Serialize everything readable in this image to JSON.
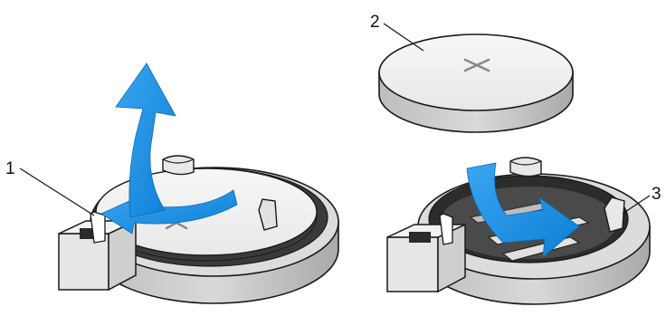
{
  "callouts": [
    {
      "label": "1",
      "target": "battery-release-lever"
    },
    {
      "label": "2",
      "target": "system-battery"
    },
    {
      "label": "3",
      "target": "battery-socket-tab"
    }
  ],
  "colors": {
    "arrow": "#1a8fe0",
    "outline": "#1a1a1a",
    "part_face": "#f0f0f0",
    "part_side": "#c8c8c8",
    "socket_dark": "#2a2a2a"
  },
  "icons": [
    "remove-arrow-icon",
    "press-lever-arrow-icon",
    "insert-arrow-icon",
    "polarity-cross-icon"
  ]
}
